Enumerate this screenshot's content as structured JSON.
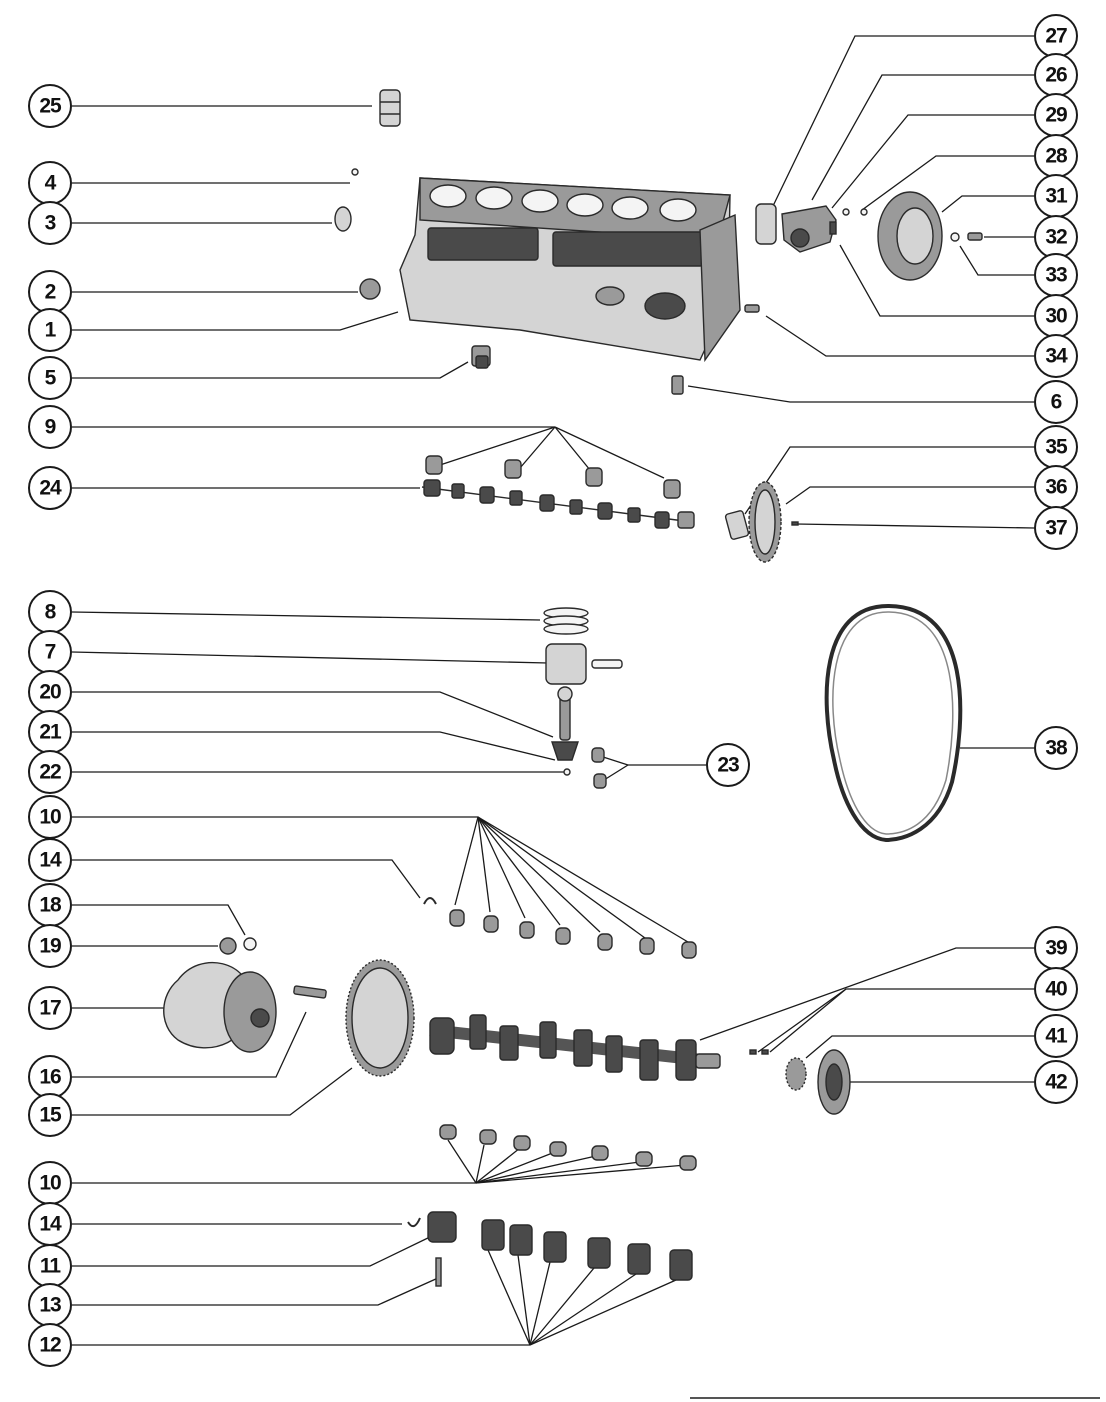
{
  "diagram": {
    "callouts": [
      {
        "id": "c25",
        "label": "25"
      },
      {
        "id": "c4",
        "label": "4"
      },
      {
        "id": "c3",
        "label": "3"
      },
      {
        "id": "c2",
        "label": "2"
      },
      {
        "id": "c1",
        "label": "1"
      },
      {
        "id": "c5",
        "label": "5"
      },
      {
        "id": "c9",
        "label": "9"
      },
      {
        "id": "c24",
        "label": "24"
      },
      {
        "id": "c8",
        "label": "8"
      },
      {
        "id": "c7",
        "label": "7"
      },
      {
        "id": "c20",
        "label": "20"
      },
      {
        "id": "c21",
        "label": "21"
      },
      {
        "id": "c22",
        "label": "22"
      },
      {
        "id": "c10a",
        "label": "10"
      },
      {
        "id": "c14a",
        "label": "14"
      },
      {
        "id": "c18",
        "label": "18"
      },
      {
        "id": "c19",
        "label": "19"
      },
      {
        "id": "c17",
        "label": "17"
      },
      {
        "id": "c16",
        "label": "16"
      },
      {
        "id": "c15",
        "label": "15"
      },
      {
        "id": "c10b",
        "label": "10"
      },
      {
        "id": "c14b",
        "label": "14"
      },
      {
        "id": "c11",
        "label": "11"
      },
      {
        "id": "c13",
        "label": "13"
      },
      {
        "id": "c12",
        "label": "12"
      },
      {
        "id": "c27",
        "label": "27"
      },
      {
        "id": "c26",
        "label": "26"
      },
      {
        "id": "c29",
        "label": "29"
      },
      {
        "id": "c28",
        "label": "28"
      },
      {
        "id": "c31",
        "label": "31"
      },
      {
        "id": "c32",
        "label": "32"
      },
      {
        "id": "c33",
        "label": "33"
      },
      {
        "id": "c30",
        "label": "30"
      },
      {
        "id": "c34",
        "label": "34"
      },
      {
        "id": "c6",
        "label": "6"
      },
      {
        "id": "c35",
        "label": "35"
      },
      {
        "id": "c36",
        "label": "36"
      },
      {
        "id": "c37",
        "label": "37"
      },
      {
        "id": "c38",
        "label": "38"
      },
      {
        "id": "c23",
        "label": "23"
      },
      {
        "id": "c39",
        "label": "39"
      },
      {
        "id": "c40",
        "label": "40"
      },
      {
        "id": "c41",
        "label": "41"
      },
      {
        "id": "c42",
        "label": "42"
      }
    ]
  }
}
